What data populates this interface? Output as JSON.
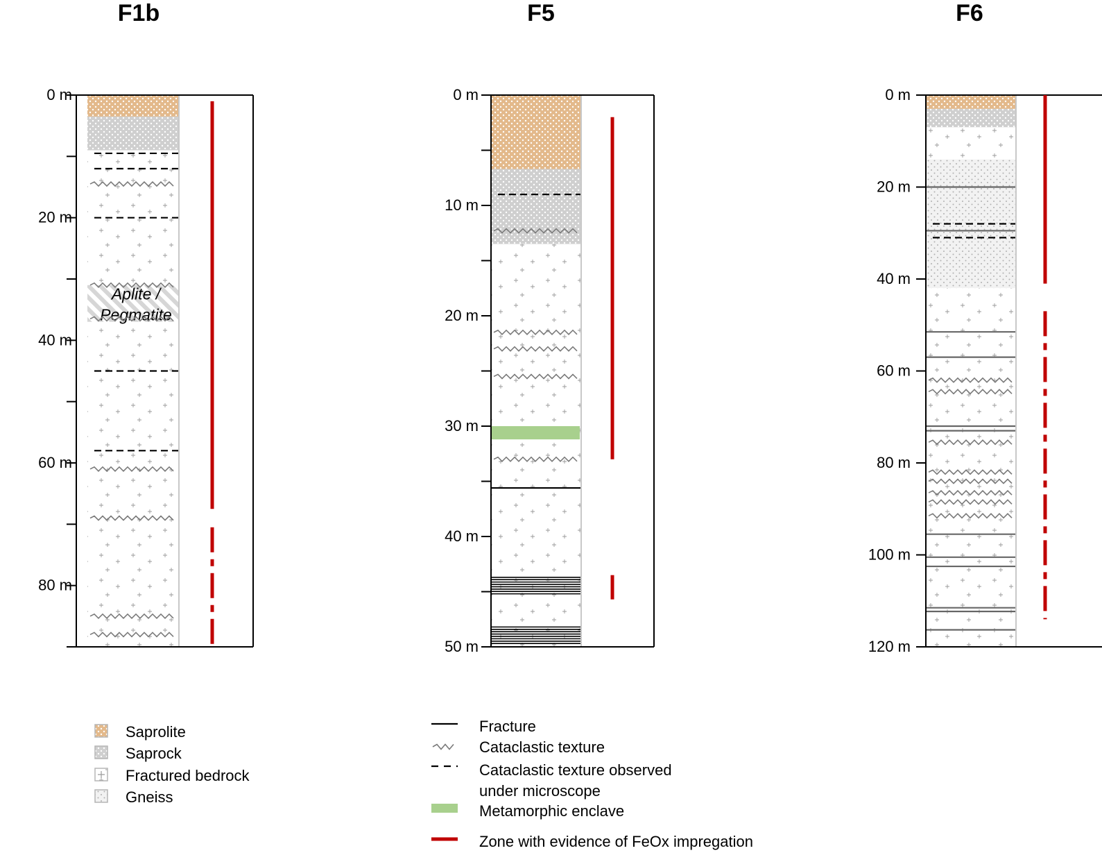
{
  "logs": [
    {
      "id": "F1b",
      "title": "F1b",
      "depth_max_m": 90,
      "tick_labels": [
        "0 m",
        "20 m",
        "40 m",
        "60 m",
        "80 m"
      ],
      "tick_label_depths": [
        0,
        20,
        40,
        60,
        80
      ],
      "minor_tick_depths": [
        10,
        30,
        50,
        70,
        90
      ],
      "units": [
        {
          "type": "saprolite",
          "from": 0,
          "to": 3.5
        },
        {
          "type": "saprock",
          "from": 3.5,
          "to": 9
        },
        {
          "type": "fractured_bedrock",
          "from": 9,
          "to": 31
        },
        {
          "type": "aplite",
          "from": 31,
          "to": 37
        },
        {
          "type": "fractured_bedrock",
          "from": 37,
          "to": 90
        }
      ],
      "cataclastic_dashed": [
        9.5,
        12,
        20,
        45,
        58
      ],
      "cataclastic_texture": [
        14.5,
        31,
        36.5,
        61,
        69,
        85,
        88
      ],
      "fractures": [],
      "enclaves": [],
      "annotations": [
        "Aplite /",
        "Pegmatite"
      ],
      "feox": [
        {
          "from": 1,
          "to": 67.5,
          "style": "solid"
        },
        {
          "from": 70.5,
          "to": 90,
          "style": "dashdot"
        }
      ]
    },
    {
      "id": "F5",
      "title": "F5",
      "depth_max_m": 50,
      "tick_labels": [
        "0 m",
        "10 m",
        "20 m",
        "30 m",
        "40 m",
        "50 m"
      ],
      "tick_label_depths": [
        0,
        10,
        20,
        30,
        40,
        50
      ],
      "minor_tick_depths": [
        5,
        15,
        25,
        35,
        45
      ],
      "units": [
        {
          "type": "saprolite",
          "from": 0,
          "to": 6.7
        },
        {
          "type": "saprock",
          "from": 6.7,
          "to": 13.5
        },
        {
          "type": "fractured_bedrock",
          "from": 13.5,
          "to": 50
        }
      ],
      "cataclastic_dashed": [
        9
      ],
      "cataclastic_texture": [
        12.3,
        21.5,
        23,
        25.5,
        33
      ],
      "fractures": [
        35.6
      ],
      "fracture_bands": [
        {
          "from": 43.7,
          "to": 45.4
        },
        {
          "from": 48.2,
          "to": 49.9
        }
      ],
      "enclaves": [
        {
          "from": 30,
          "to": 31.2
        }
      ],
      "annotations": [],
      "feox": [
        {
          "from": 2,
          "to": 33,
          "style": "solid"
        },
        {
          "from": 43.5,
          "to": 45.7,
          "style": "solid"
        }
      ]
    },
    {
      "id": "F6",
      "title": "F6",
      "depth_max_m": 120,
      "tick_labels": [
        "0 m",
        "20 m",
        "40 m",
        "60 m",
        "80 m",
        "100 m",
        "120 m"
      ],
      "tick_label_depths": [
        0,
        20,
        40,
        60,
        80,
        100,
        120
      ],
      "minor_tick_depths": [],
      "units": [
        {
          "type": "saprolite",
          "from": 0,
          "to": 3
        },
        {
          "type": "saprock",
          "from": 3,
          "to": 7
        },
        {
          "type": "fractured_bedrock",
          "from": 7,
          "to": 14
        },
        {
          "type": "gneiss",
          "from": 14,
          "to": 42
        },
        {
          "type": "fractured_bedrock",
          "from": 42,
          "to": 120
        }
      ],
      "cataclastic_dashed": [
        28,
        31
      ],
      "cataclastic_texture": [
        62,
        64.5,
        75.5,
        82,
        84,
        86.5,
        88.5,
        91.5
      ],
      "fractures": [
        20,
        29.5,
        51.5,
        57,
        72,
        73,
        95.5,
        100.5,
        102.5,
        111.5,
        112.3,
        116.3
      ],
      "enclaves": [],
      "annotations": [],
      "feox": [
        {
          "from": 0,
          "to": 41,
          "style": "solid"
        },
        {
          "from": 47,
          "to": 114,
          "style": "dashdot"
        }
      ]
    }
  ],
  "legend_lithology": [
    {
      "key": "saprolite",
      "label": "Saprolite"
    },
    {
      "key": "saprock",
      "label": "Saprock"
    },
    {
      "key": "fractured_bedrock",
      "label": "Fractured bedrock"
    },
    {
      "key": "gneiss",
      "label": "Gneiss"
    }
  ],
  "legend_structures": [
    {
      "key": "fracture",
      "label": "Fracture"
    },
    {
      "key": "cataclastic",
      "label": "Cataclastic texture"
    },
    {
      "key": "cataclastic_micro",
      "label": "Cataclastic texture observed",
      "label2": " under microscope"
    },
    {
      "key": "enclave",
      "label": "Metamorphic enclave"
    },
    {
      "key": "feox",
      "label": "Zone with evidence of FeOx impregation"
    }
  ],
  "colors": {
    "saprolite": "#d9a36b",
    "saprock": "#cfcfcf",
    "enclave": "#a8d08d",
    "feox": "#c00000",
    "axis": "#000000"
  }
}
